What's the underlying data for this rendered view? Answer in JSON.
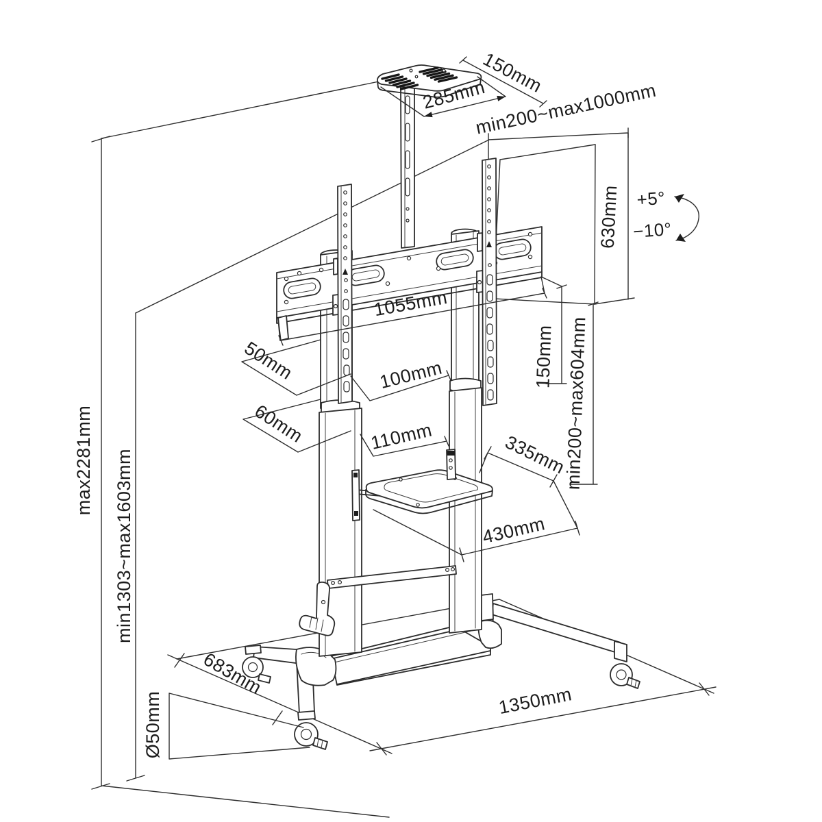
{
  "diagram": {
    "subject": "Mobile height-adjustable TV cart technical dimension drawing",
    "line_color": "#2b2b2b",
    "background_color": "#ffffff",
    "labels": {
      "top_shelf_depth": "150mm",
      "top_shelf_width": "285mm",
      "tv_width_range": "min200~max1000mm",
      "bracket_height": "630mm",
      "tilt_up": "+5°",
      "tilt_down": "−10°",
      "crossbar_width": "1055mm",
      "upper_column_depth": "50mm",
      "upper_column_width": "100mm",
      "lower_column_depth": "60mm",
      "lower_column_width": "110mm",
      "vesa_offset": "150mm",
      "tv_height_range": "min200~max604mm",
      "shelf_depth": "335mm",
      "shelf_width": "430mm",
      "overall_height_max": "max2281mm",
      "height_adjust_range": "min1303~max1603mm",
      "base_depth": "683mm",
      "caster_diameter": "Ø50mm",
      "base_width": "1350mm"
    }
  }
}
